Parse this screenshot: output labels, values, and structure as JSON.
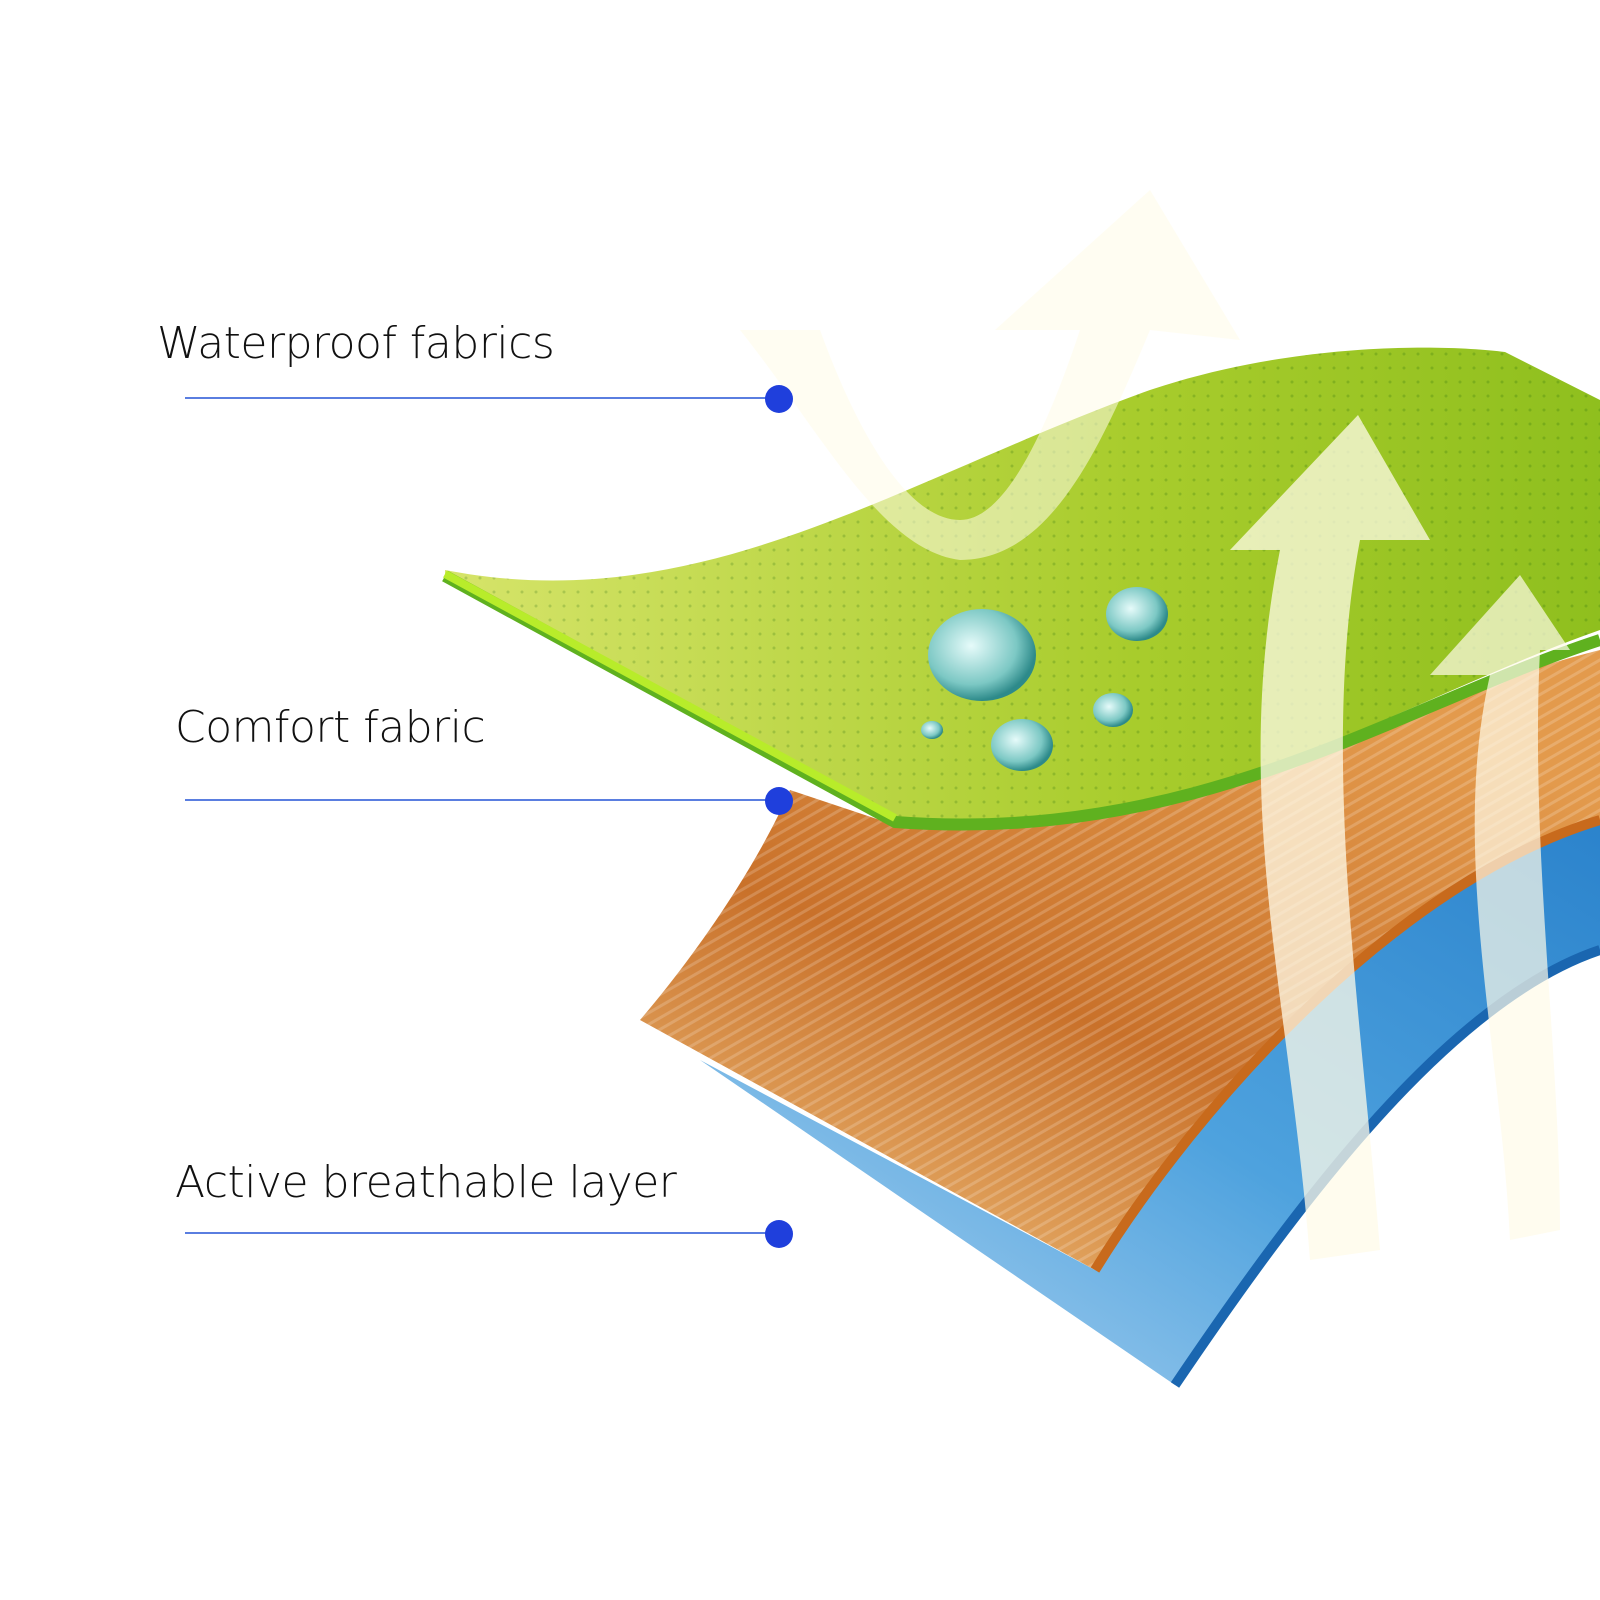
{
  "labels": [
    {
      "text": "Waterproof fabrics"
    },
    {
      "text": "Comfort fabric"
    },
    {
      "text": "Active breathable layer"
    }
  ],
  "colors": {
    "line": "#5a7ee0",
    "dot": "#1f3fdc",
    "green_layer": "#a6cf2e",
    "orange_layer": "#d88a3c",
    "blue_layer": "#3d97d8"
  }
}
